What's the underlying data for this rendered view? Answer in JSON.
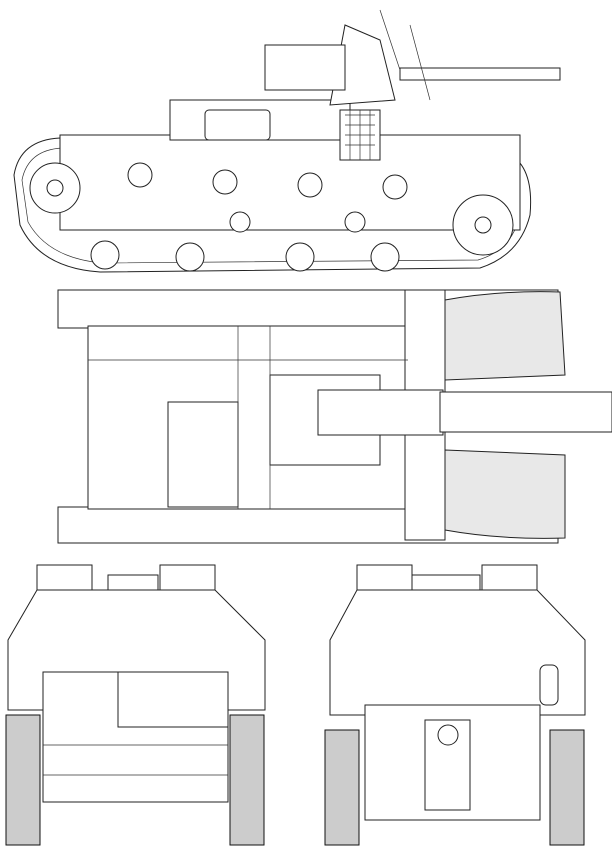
{
  "colors": {
    "background": "#ffffff",
    "line": "#222222",
    "shade": "#e8e8e8"
  },
  "views": [
    {
      "id": "side",
      "icon": "side-view-drawing"
    },
    {
      "id": "top",
      "icon": "top-view-drawing"
    },
    {
      "id": "front",
      "icon": "front-view-drawing"
    },
    {
      "id": "rear",
      "icon": "rear-view-drawing"
    }
  ]
}
